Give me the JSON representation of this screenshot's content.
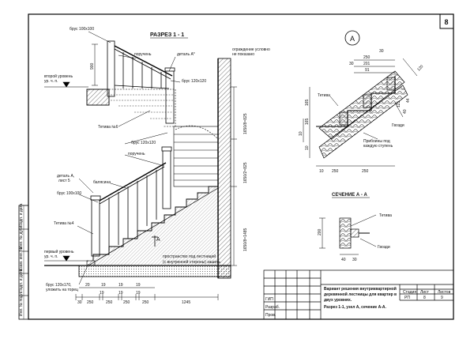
{
  "sheet": {
    "number": "8",
    "title_main": "РАЗРЕЗ 1 - 1",
    "title_section": "СЕЧЕНИЕ  А - А",
    "node_marker": "А"
  },
  "labels": {
    "beam_top": "брус 100х100",
    "handrail_top": "поручень",
    "detail_a_star": "деталь А*",
    "fence_note_1": "ограждение условно",
    "fence_note_2": "не показано",
    "second_level_1": "второй уровень",
    "second_level_2": "ур. ч. п.",
    "beam_120_a": "брус 120х120",
    "stringer_6": "Тетива №6",
    "beam_120_b": "брус 120х120",
    "handrail_mid": "поручень",
    "detail_a_1": "деталь А,",
    "detail_a_2": "лист 5",
    "baluster": "балясина",
    "beam_100": "брус 100х100",
    "stringer_4": "Тетива №4",
    "section_mark": "А",
    "space_note_1": "пространство под лестницей",
    "space_note_2": "(с внутренней стороны) зашить",
    "first_level_1": "первый уровень",
    "first_level_2": "ур. ч. п.",
    "beam_bottom_1": "брус 120х170,",
    "beam_bottom_2": "уложить на торец"
  },
  "dims_left": {
    "d900": "900",
    "v1": "1650/8=825",
    "v2": "1650/2=825",
    "v3": "1650/8=1485",
    "bottom": [
      "30",
      "250",
      "19",
      "250",
      "19",
      "250",
      "19",
      "250",
      "1245"
    ],
    "sub": [
      "20",
      "19",
      "19",
      "19"
    ]
  },
  "node_a": {
    "d250": "250",
    "d30_a": "30",
    "d30_b": "30",
    "d201": "201",
    "d91": "91",
    "d120": "120",
    "d165": "165",
    "d165b": "165",
    "d10a": "10",
    "d10b": "10",
    "d40": "40",
    "d121": "121",
    "d44": "44",
    "d250b": "250",
    "d250c": "250",
    "d10c": "10",
    "stringer": "Тетива",
    "nuts": "Гвозди",
    "bracket_1": "Прибоины под",
    "bracket_2": "каждую ступень"
  },
  "section_aa": {
    "stringer": "Тетива",
    "nuts": "Гвозди",
    "d200": "200",
    "d40": "40",
    "d30": "30"
  },
  "side_stamp": [
    "Инв. № подл.",
    "Подп. и дата",
    "Взам. инв. №",
    "Инв. № дубл.",
    "Подп. и дата"
  ],
  "title_block": {
    "desc_1": "Вариант решения внутриквартирной",
    "desc_2": "деревянной лестницы для квартир в",
    "desc_3": "двух уровнях.",
    "desc_4": "Разрез 1-1, узел А, сечение А-А.",
    "stage_h": "Стадия",
    "sheet_h": "Лист",
    "sheets_h": "Листов",
    "stage": "РП",
    "sheet": "8",
    "sheets": "9",
    "row_labels": [
      "ГИП",
      "Разраб.",
      "Пров."
    ]
  }
}
